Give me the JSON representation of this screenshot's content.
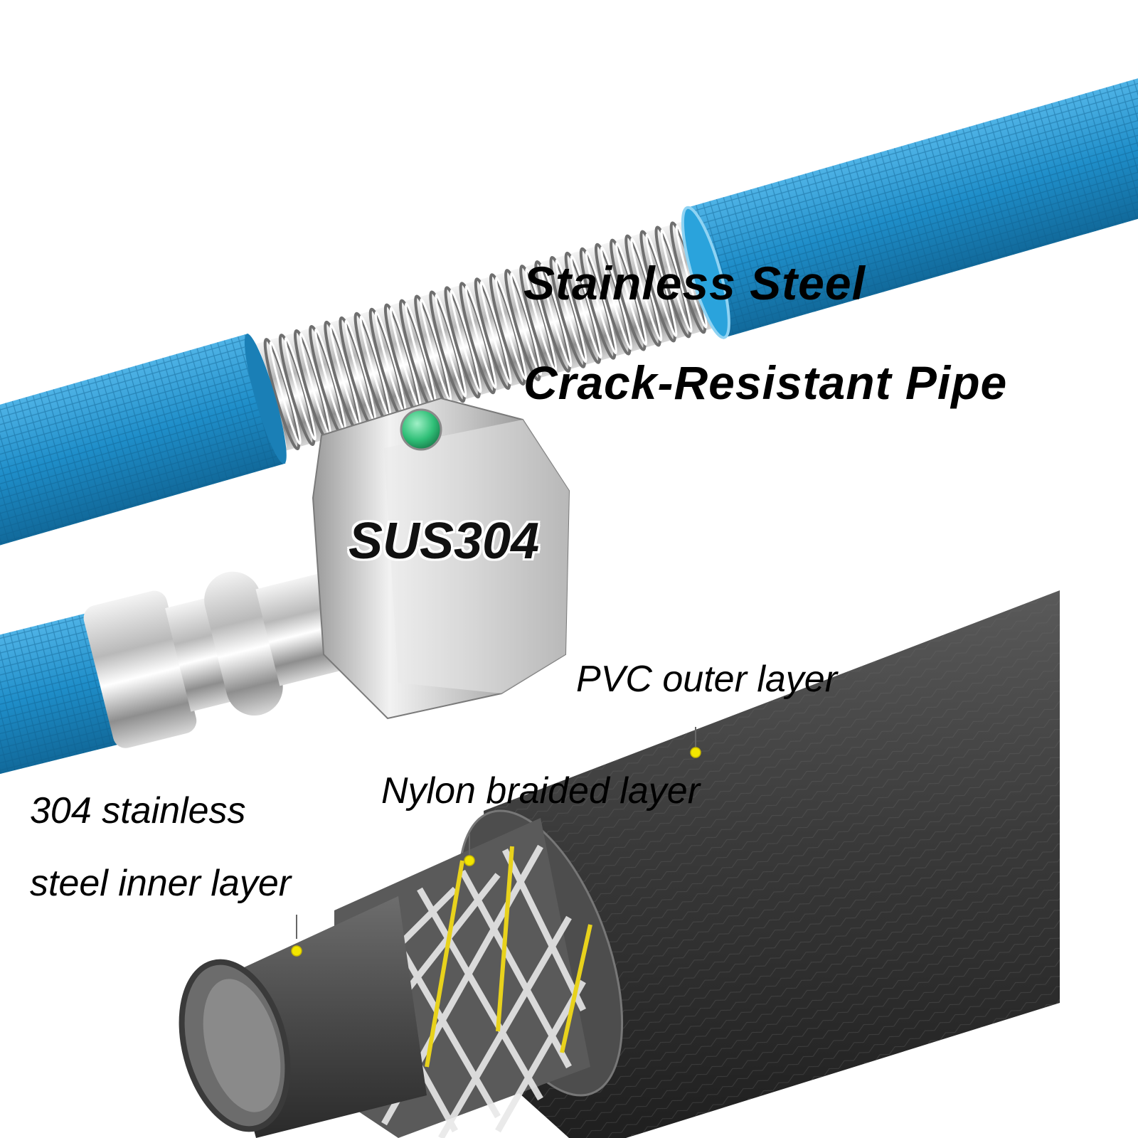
{
  "headline": {
    "line1": "Stainless Steel",
    "line2": "Crack-Resistant Pipe"
  },
  "fitting": {
    "material_mark": "SUS304"
  },
  "layers": {
    "outer": "PVC outer layer",
    "braided": "Nylon braided layer",
    "inner_line1": "304 stainless",
    "inner_line2": "steel inner layer"
  },
  "colors": {
    "hose_blue": "#1f8ec9",
    "steel": "#c8c8c8",
    "pvc_dark": "#3a3a3a",
    "braid_yellow": "#e8d21c",
    "indicator_green": "#2fbf77"
  }
}
